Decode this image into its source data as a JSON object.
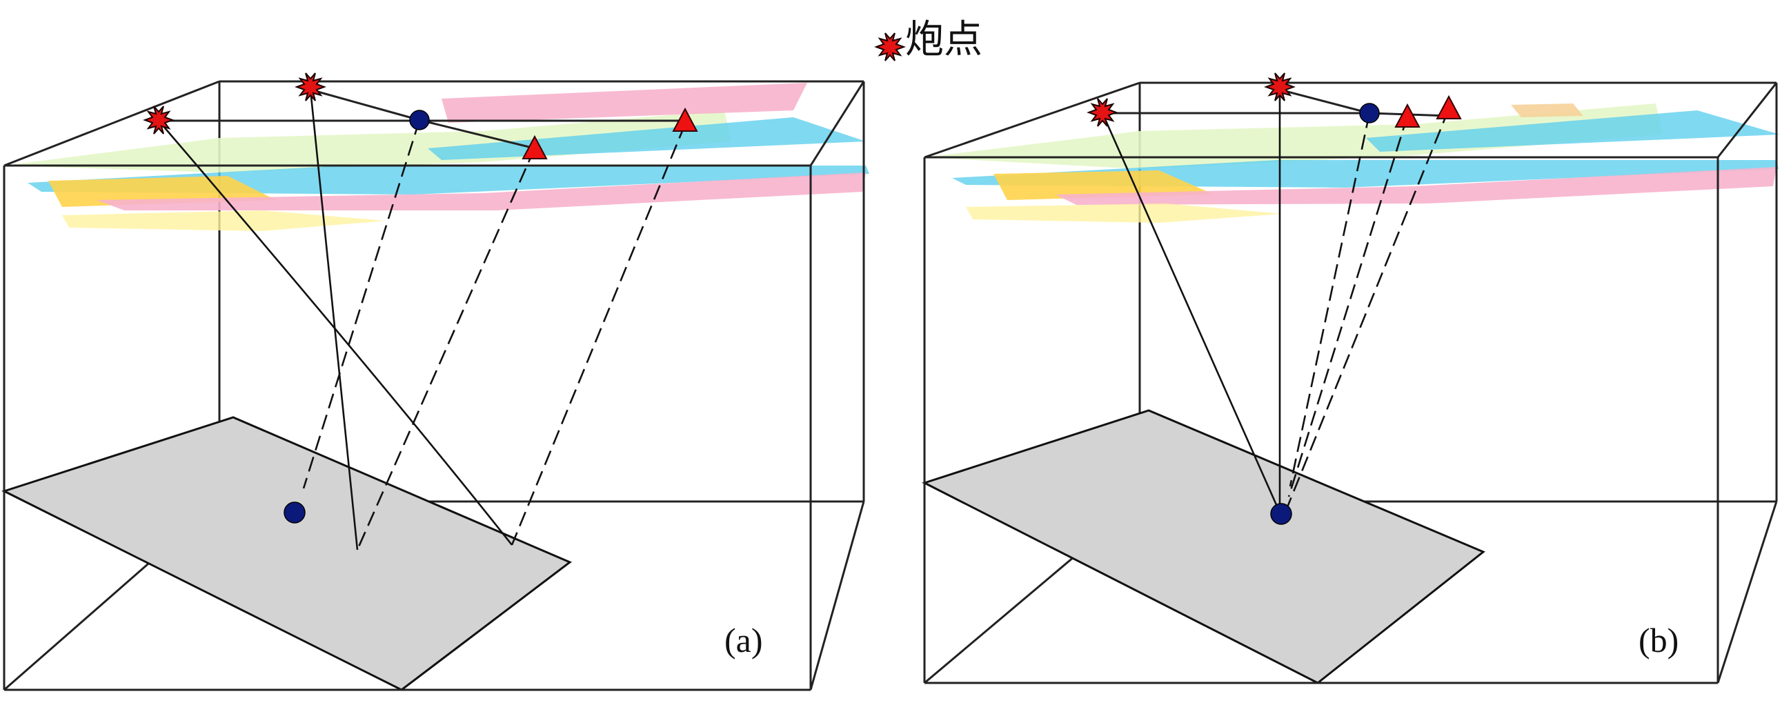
{
  "legend": {
    "shot_label": "炮点",
    "shot_icon": "red-starburst-icon"
  },
  "panels": [
    {
      "id": "a",
      "label": "(a)"
    },
    {
      "id": "b",
      "label": "(b)"
    }
  ],
  "colors": {
    "shot_fill": "#e41414",
    "shot_edge": "#1a0000",
    "receiver_fill": "#ee1111",
    "receiver_edge": "#330000",
    "midpoint_fill": "#0b1a7a",
    "reflector_fill": "#d3d3d3",
    "layer_green": "#e4f6c8",
    "layer_blue": "#5fd0ee",
    "layer_pink": "#f7b3cc",
    "layer_yellow": "#ffd34a",
    "layer_light_yellow": "#fff3a0",
    "layer_orange": "#f6d29a"
  }
}
